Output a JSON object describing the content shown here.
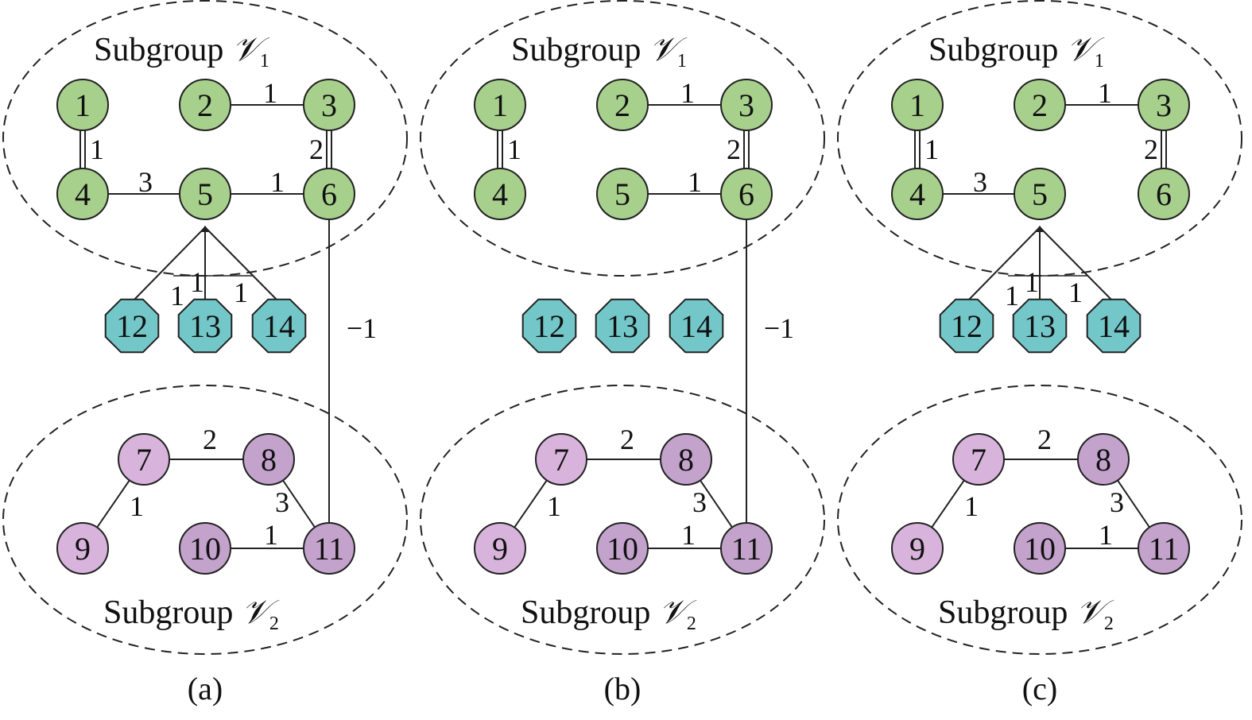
{
  "colors": {
    "leader_fill": "#a8d08d",
    "follower_fill": "#d8b4dc",
    "follower_dark_fill": "#c3a2cc",
    "agent_fill": "#74c7c9",
    "stroke": "#222222"
  },
  "group_labels": {
    "top": {
      "text": "Subgroup ",
      "symbol": "𝒱",
      "index": "1"
    },
    "bottom": {
      "text": "Subgroup ",
      "symbol": "𝒱",
      "index": "2"
    }
  },
  "panels": [
    {
      "caption": "(a)",
      "nodes": [
        "1",
        "2",
        "3",
        "4",
        "5",
        "6",
        "7",
        "8",
        "9",
        "10",
        "11",
        "12",
        "13",
        "14"
      ],
      "edges": [
        {
          "from": "1",
          "to": "4",
          "label": "1",
          "double": true
        },
        {
          "from": "2",
          "to": "3",
          "label": "1"
        },
        {
          "from": "3",
          "to": "6",
          "label": "2",
          "double": true
        },
        {
          "from": "4",
          "to": "5",
          "label": "3"
        },
        {
          "from": "5",
          "to": "6",
          "label": "1"
        },
        {
          "from": "12",
          "to": "5",
          "label": "1"
        },
        {
          "from": "13",
          "to": "5",
          "label": "1"
        },
        {
          "from": "14",
          "to": "5",
          "label": "1"
        },
        {
          "from": "6",
          "to": "11",
          "label": "−1"
        },
        {
          "from": "7",
          "to": "8",
          "label": "2"
        },
        {
          "from": "7",
          "to": "9",
          "label": "1"
        },
        {
          "from": "8",
          "to": "11",
          "label": "3"
        },
        {
          "from": "10",
          "to": "11",
          "label": "1"
        }
      ]
    },
    {
      "caption": "(b)",
      "nodes": [
        "1",
        "2",
        "3",
        "4",
        "5",
        "6",
        "7",
        "8",
        "9",
        "10",
        "11",
        "12",
        "13",
        "14"
      ],
      "edges": [
        {
          "from": "1",
          "to": "4",
          "label": "1",
          "double": true
        },
        {
          "from": "2",
          "to": "3",
          "label": "1"
        },
        {
          "from": "3",
          "to": "6",
          "label": "2",
          "double": true
        },
        {
          "from": "5",
          "to": "6",
          "label": "1"
        },
        {
          "from": "6",
          "to": "11",
          "label": "−1"
        },
        {
          "from": "7",
          "to": "8",
          "label": "2"
        },
        {
          "from": "7",
          "to": "9",
          "label": "1"
        },
        {
          "from": "8",
          "to": "11",
          "label": "3"
        },
        {
          "from": "10",
          "to": "11",
          "label": "1"
        }
      ]
    },
    {
      "caption": "(c)",
      "nodes": [
        "1",
        "2",
        "3",
        "4",
        "5",
        "6",
        "7",
        "8",
        "9",
        "10",
        "11",
        "12",
        "13",
        "14"
      ],
      "edges": [
        {
          "from": "1",
          "to": "4",
          "label": "1",
          "double": true
        },
        {
          "from": "2",
          "to": "3",
          "label": "1"
        },
        {
          "from": "3",
          "to": "6",
          "label": "2",
          "double": true
        },
        {
          "from": "4",
          "to": "5",
          "label": "3"
        },
        {
          "from": "12",
          "to": "5",
          "label": "1"
        },
        {
          "from": "13",
          "to": "5",
          "label": "1"
        },
        {
          "from": "14",
          "to": "5",
          "label": "1"
        },
        {
          "from": "7",
          "to": "8",
          "label": "2"
        },
        {
          "from": "7",
          "to": "9",
          "label": "1"
        },
        {
          "from": "8",
          "to": "11",
          "label": "3"
        },
        {
          "from": "10",
          "to": "11",
          "label": "1"
        }
      ]
    }
  ]
}
